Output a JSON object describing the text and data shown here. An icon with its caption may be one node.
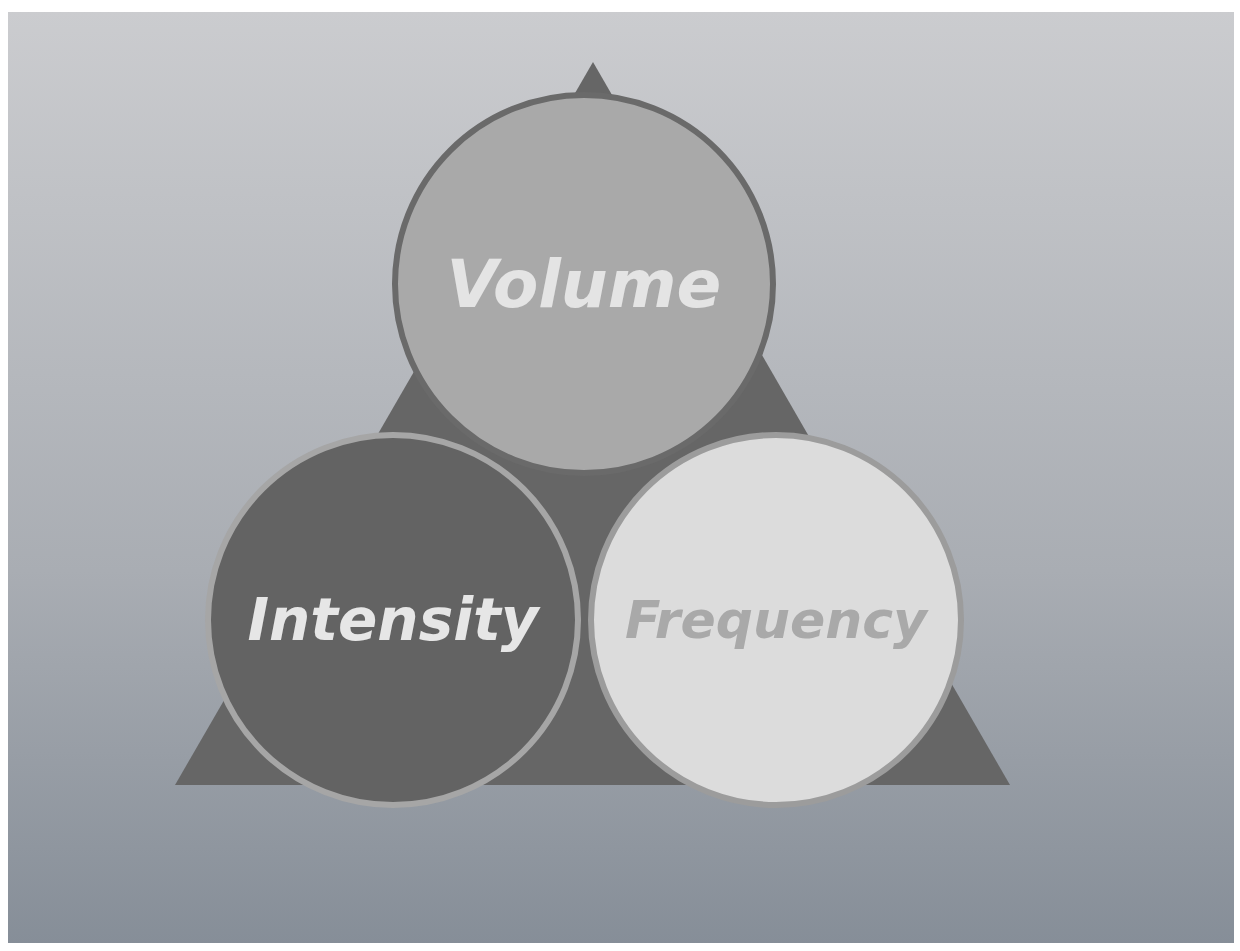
{
  "diagram": {
    "nodes": [
      {
        "text": [
          "Volume"
        ]
      },
      {
        "text": [
          "Intensity"
        ]
      },
      {
        "text": [
          "Frequency"
        ]
      }
    ]
  }
}
